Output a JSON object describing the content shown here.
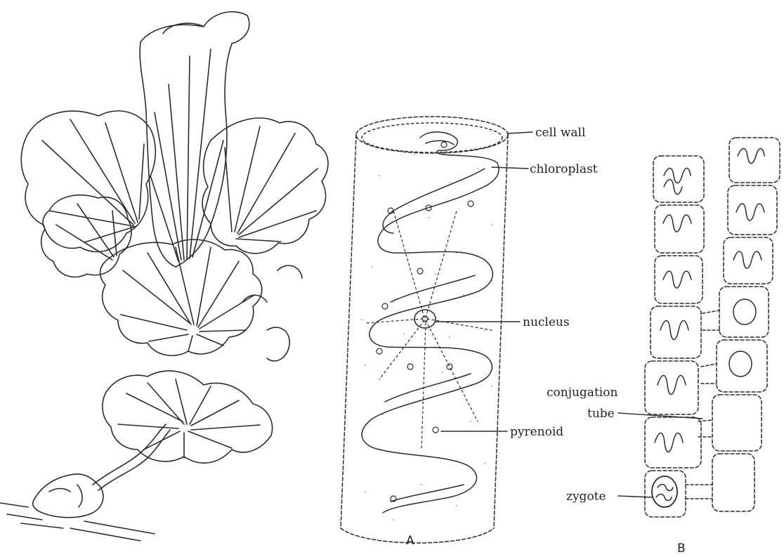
{
  "figure": {
    "panel_a_label": "A",
    "panel_b_label": "B",
    "labels": {
      "cell_wall": "cell wall",
      "chloroplast": "chloroplast",
      "nucleus": "nucleus",
      "pyrenoid": "pyrenoid",
      "conjugation_tube_line1": "conjugation",
      "conjugation_tube_line2": "tube",
      "zygote": "zygote"
    }
  },
  "colors": {
    "ink": "#2b2b2b",
    "paper": "#ffffff",
    "stipple": "#8a8a8a"
  }
}
